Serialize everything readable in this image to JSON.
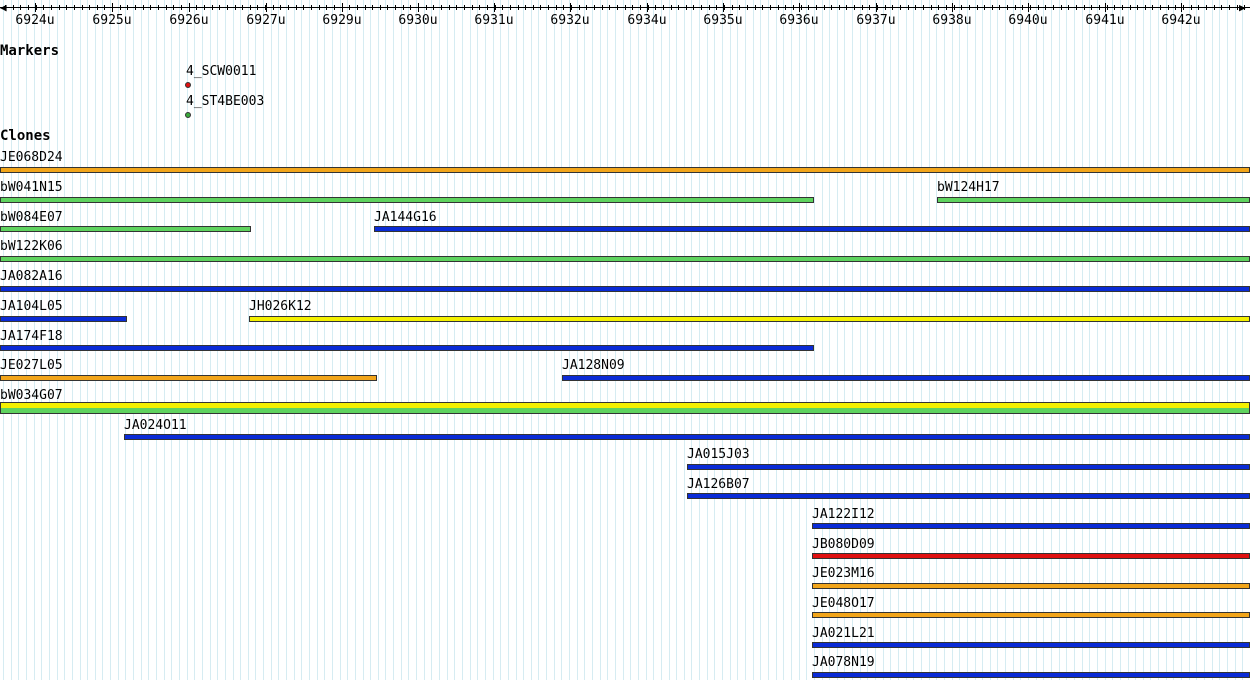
{
  "colors": {
    "orange": "#f2a51a",
    "green": "#5fd35f",
    "blue": "#0a2bd6",
    "yellow": "#f4f000",
    "red": "#e01010",
    "grid": "#d6ecf2"
  },
  "ruler": {
    "ticks": [
      "6924u",
      "6925u",
      "6926u",
      "6927u",
      "6929u",
      "6930u",
      "6931u",
      "6932u",
      "6934u",
      "6935u",
      "6936u",
      "6937u",
      "6938u",
      "6940u",
      "6941u",
      "6942u"
    ]
  },
  "sections": {
    "markers": "Markers",
    "clones": "Clones"
  },
  "markers": [
    {
      "name": "4_SCW0011",
      "color": "#e01010"
    },
    {
      "name": "4_ST4BE003",
      "color": "#3aa83a"
    }
  ],
  "clones": [
    {
      "name": "JE068D24",
      "color": "orange"
    },
    {
      "name": "bW041N15",
      "color": "green"
    },
    {
      "name": "bW124H17",
      "color": "green"
    },
    {
      "name": "bW084E07",
      "color": "green"
    },
    {
      "name": "JA144G16",
      "color": "blue"
    },
    {
      "name": "bW122K06",
      "color": "green"
    },
    {
      "name": "JA082A16",
      "color": "blue"
    },
    {
      "name": "JA104L05",
      "color": "blue"
    },
    {
      "name": "JH026K12",
      "color": "yellow"
    },
    {
      "name": "JA174F18",
      "color": "blue"
    },
    {
      "name": "JE027L05",
      "color": "orange"
    },
    {
      "name": "JA128N09",
      "color": "blue"
    },
    {
      "name": "bW034G07",
      "color": "yellow"
    },
    {
      "name": "JA024O11",
      "color": "blue"
    },
    {
      "name": "JA015J03",
      "color": "blue"
    },
    {
      "name": "JA126B07",
      "color": "blue"
    },
    {
      "name": "JA122I12",
      "color": "blue"
    },
    {
      "name": "JB080D09",
      "color": "red"
    },
    {
      "name": "JE023M16",
      "color": "orange"
    },
    {
      "name": "JE048O17",
      "color": "orange"
    },
    {
      "name": "JA021L21",
      "color": "blue"
    },
    {
      "name": "JA078N19",
      "color": "blue"
    }
  ]
}
